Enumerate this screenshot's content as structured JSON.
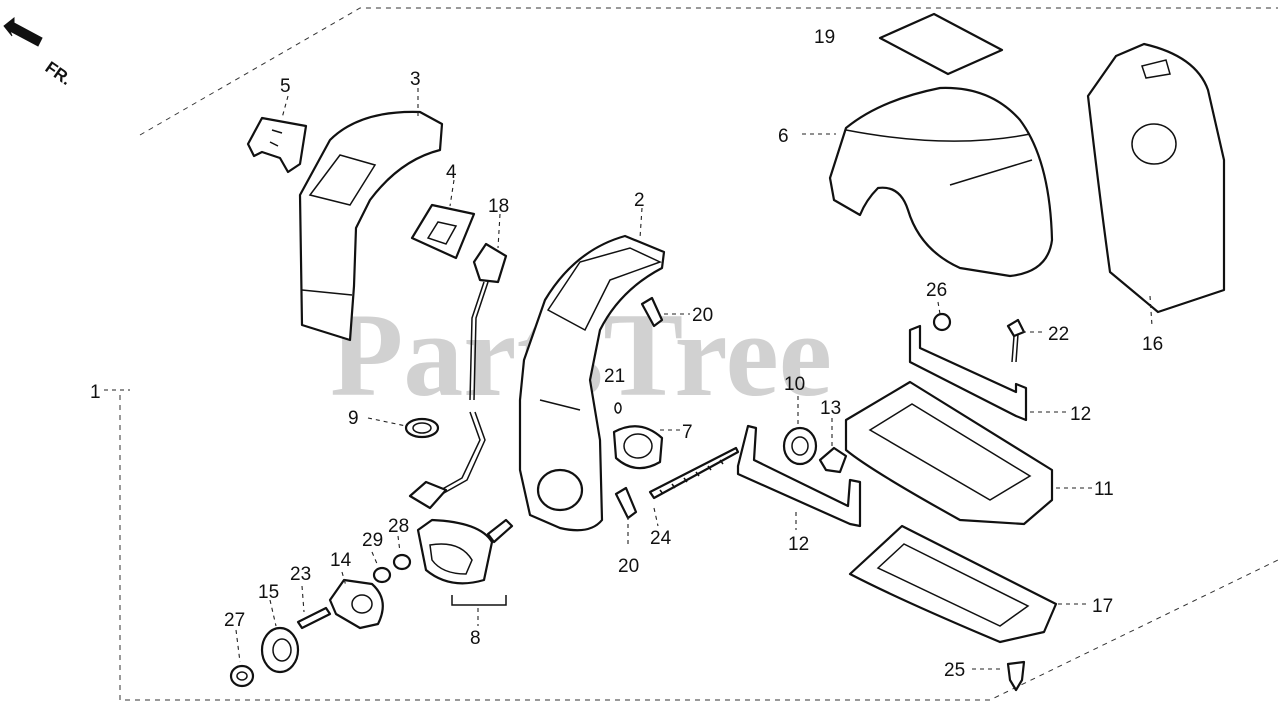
{
  "watermark": "PartsTree",
  "orientation": {
    "label": "FR.",
    "icon": "front-arrow-icon"
  },
  "callouts": [
    {
      "id": "c1",
      "text": "1"
    },
    {
      "id": "c2",
      "text": "2"
    },
    {
      "id": "c3",
      "text": "3"
    },
    {
      "id": "c4",
      "text": "4"
    },
    {
      "id": "c5",
      "text": "5"
    },
    {
      "id": "c6",
      "text": "6"
    },
    {
      "id": "c7",
      "text": "7"
    },
    {
      "id": "c8",
      "text": "8"
    },
    {
      "id": "c9",
      "text": "9"
    },
    {
      "id": "c10",
      "text": "10"
    },
    {
      "id": "c11",
      "text": "11"
    },
    {
      "id": "c12a",
      "text": "12"
    },
    {
      "id": "c12b",
      "text": "12"
    },
    {
      "id": "c13",
      "text": "13"
    },
    {
      "id": "c14",
      "text": "14"
    },
    {
      "id": "c15",
      "text": "15"
    },
    {
      "id": "c16",
      "text": "16"
    },
    {
      "id": "c17",
      "text": "17"
    },
    {
      "id": "c18",
      "text": "18"
    },
    {
      "id": "c19",
      "text": "19"
    },
    {
      "id": "c20a",
      "text": "20"
    },
    {
      "id": "c20b",
      "text": "20"
    },
    {
      "id": "c21",
      "text": "21"
    },
    {
      "id": "c22",
      "text": "22"
    },
    {
      "id": "c23",
      "text": "23"
    },
    {
      "id": "c24",
      "text": "24"
    },
    {
      "id": "c25",
      "text": "25"
    },
    {
      "id": "c26",
      "text": "26"
    },
    {
      "id": "c27",
      "text": "27"
    },
    {
      "id": "c28",
      "text": "28"
    },
    {
      "id": "c29",
      "text": "29"
    }
  ]
}
